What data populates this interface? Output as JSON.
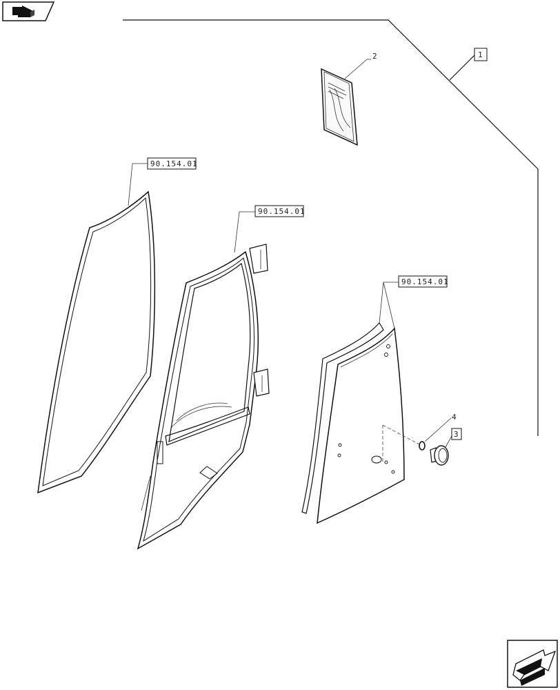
{
  "callouts": {
    "kit": "1",
    "manual": "2",
    "knob": "3",
    "oring": "4"
  },
  "references": {
    "windscreen": "90.154.01",
    "door": "90.154.01",
    "side_window": "90.154.01"
  },
  "icons": {
    "top_left": "assembly-view-icon",
    "bottom_right": "next-page-arrow-icon"
  }
}
